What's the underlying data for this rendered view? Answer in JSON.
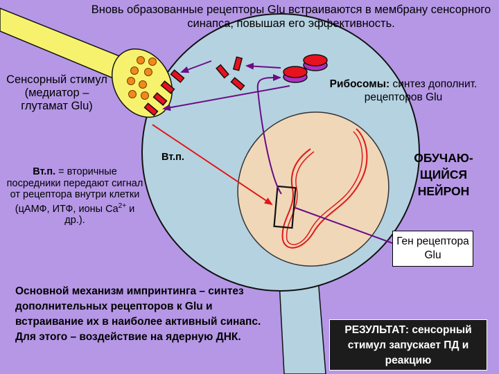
{
  "title": "Вновь образованные рецепторы Glu встраиваются в мембрану сенсорного синапса, повышая его эффективность.",
  "sensory_stimulus": "Сенсорный стимул (медиатор – глутамат Glu)",
  "ribosomes_bold": "Рибосомы:",
  "ribosomes_text": " синтез дополнит. рецепторов Glu",
  "second_messenger_label": "Вт.п.",
  "second_messenger_abbr": "Вт.п.",
  "second_messenger_def": " = вторичные посредники передают сигнал от рецептора внутри клетки (цАМФ, ИТФ, ионы Ca",
  "second_messenger_sup": "2+",
  "second_messenger_end": " и др.).",
  "learning_neuron": "ОБУЧАЮ-ЩИЙСЯ НЕЙРОН",
  "gene_label": "Ген рецептора Glu",
  "main_mechanism": "Основной механизм импринтинга – синтез дополнительных рецепторов к Glu и встраивание их в наиболее активный синапс. Для этого – воздействие на ядерную ДНК.",
  "result": "РЕЗУЛЬТАТ: сенсорный стимул запускает ПД и реакцию",
  "colors": {
    "background": "#b597e6",
    "cell": "#b5d2e0",
    "nucleus": "#efd7b8",
    "axon": "#f6f26e",
    "receptor": "#e8121e",
    "purple_arrow": "#6a0c86",
    "red_arrow": "#e01818"
  }
}
